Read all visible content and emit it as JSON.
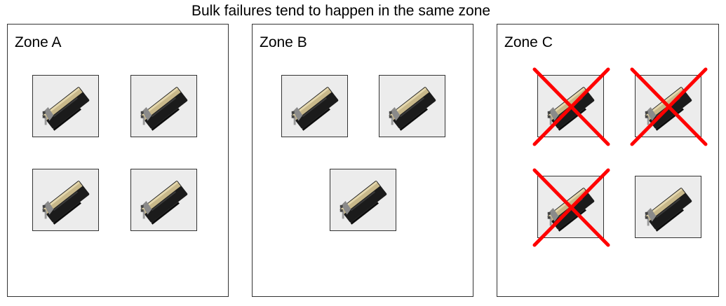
{
  "title": "Bulk failures tend to happen in the same zone",
  "colors": {
    "failure_mark": "#ff0000",
    "card_background": "#ececec",
    "border": "#333333"
  },
  "zones": [
    {
      "label": "Zone A",
      "gpus": [
        {
          "failed": false
        },
        {
          "failed": false
        },
        {
          "failed": false
        },
        {
          "failed": false
        }
      ]
    },
    {
      "label": "Zone B",
      "gpus": [
        {
          "failed": false
        },
        {
          "failed": false
        },
        {
          "failed": false
        }
      ]
    },
    {
      "label": "Zone C",
      "gpus": [
        {
          "failed": true
        },
        {
          "failed": true
        },
        {
          "failed": true
        },
        {
          "failed": false
        }
      ]
    }
  ],
  "icons": {
    "gpu": "gpu-card-icon",
    "failure": "red-x-failure-icon"
  }
}
